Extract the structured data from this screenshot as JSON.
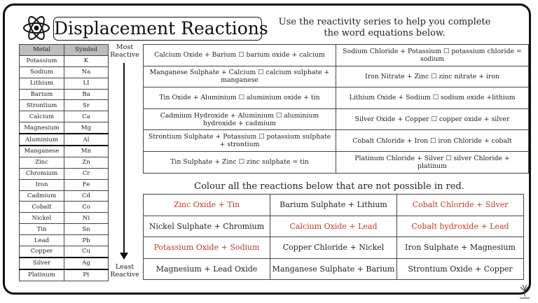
{
  "title": "Displacement Reactions",
  "instructions": "Use the reactivity series to help you complete the word equations below.",
  "reactivity": {
    "headers": [
      "Metal",
      "Symbol"
    ],
    "rows": [
      {
        "metal": "Potassium",
        "symbol": "K"
      },
      {
        "metal": "Sodium",
        "symbol": "Na"
      },
      {
        "metal": "Lithium",
        "symbol": "LI"
      },
      {
        "metal": "Barium",
        "symbol": "Ba"
      },
      {
        "metal": "Strontium",
        "symbol": "Sr"
      },
      {
        "metal": "Calcium",
        "symbol": "Ca"
      },
      {
        "metal": "Magnesium",
        "symbol": "Mg"
      },
      {
        "metal": "Aluminium",
        "symbol": "Al"
      },
      {
        "metal": "Manganese",
        "symbol": "Mn"
      },
      {
        "metal": "Zinc",
        "symbol": "Zn"
      },
      {
        "metal": "Chromium",
        "symbol": "Cr"
      },
      {
        "metal": "Iron",
        "symbol": "Fe"
      },
      {
        "metal": "Cadmium",
        "symbol": "Cd"
      },
      {
        "metal": "Cobalt",
        "symbol": "Co"
      },
      {
        "metal": "Nickel",
        "symbol": "Ni"
      },
      {
        "metal": "Tin",
        "symbol": "Sn"
      },
      {
        "metal": "Lead",
        "symbol": "Pb"
      },
      {
        "metal": "Copper",
        "symbol": "Cu"
      },
      {
        "metal": "Silver",
        "symbol": "Ag"
      },
      {
        "metal": "Platinum",
        "symbol": "Pt"
      }
    ],
    "most_label": "Most Reactive",
    "least_label": "Least Reactive"
  },
  "equations": [
    [
      "Calcium Oxide + Barium ☐ barium oxide + calcium",
      "Sodium Chloride + Potassium ☐ potassium chloride = sodium"
    ],
    [
      "Manganese Sulphate + Calcium ☐ calcium sulphate + manganese",
      "Iron Nitrate + Zinc ☐ zinc nitrate + iron"
    ],
    [
      "Tin Oxide + Aluminium ☐ aluminium oxide + tin",
      "Lithium Oxide + Sodium ☐ sodium oxide +lithium"
    ],
    [
      "Cadmium Hydroxide + Aluminium ☐ aluminium hydroxide + cadmium",
      "Silver Oxide + Copper ☐ copper oxide + silver"
    ],
    [
      "Strontium Sulphate + Potassium ☐ potassium sulphate + strontium",
      "Cobalt Chloride + Iron ☐ iron Chloride + cobalt"
    ],
    [
      "Tin Sulphate + Zinc ☐ zinc sulphate = tin",
      "Platinum Chloride + Silver ☐ silver Chloride + platinum"
    ]
  ],
  "colour_title": "Colour all the reactions below that are not possible in red.",
  "reactions": [
    [
      {
        "text": "Zinc Oxide + Tin",
        "red": true
      },
      {
        "text": "Barium Sulphate + Lithium",
        "red": false
      },
      {
        "text": "Cobalt Chloride + Silver",
        "red": true
      }
    ],
    [
      {
        "text": "Nickel Sulphate + Chromium",
        "red": false
      },
      {
        "text": "Calcium Oxide + Lead",
        "red": true
      },
      {
        "text": "Cobalt hydroxide + Lead",
        "red": true
      }
    ],
    [
      {
        "text": "Potassium Oxide + Sodium",
        "red": true
      },
      {
        "text": "Copper Chloride + Nickel",
        "red": false
      },
      {
        "text": "Iron Sulphate + Magnesium",
        "red": false
      }
    ],
    [
      {
        "text": "Magnesium + Lead Oxide",
        "red": false
      },
      {
        "text": "Manganese Sulphate + Barium",
        "red": false
      },
      {
        "text": "Strontium Oxide + Copper",
        "red": false
      }
    ]
  ],
  "colors": {
    "red": "#c0392b",
    "header_grey": "#bdbdbd"
  },
  "icons": [
    "atom-icon",
    "tree-logo"
  ]
}
